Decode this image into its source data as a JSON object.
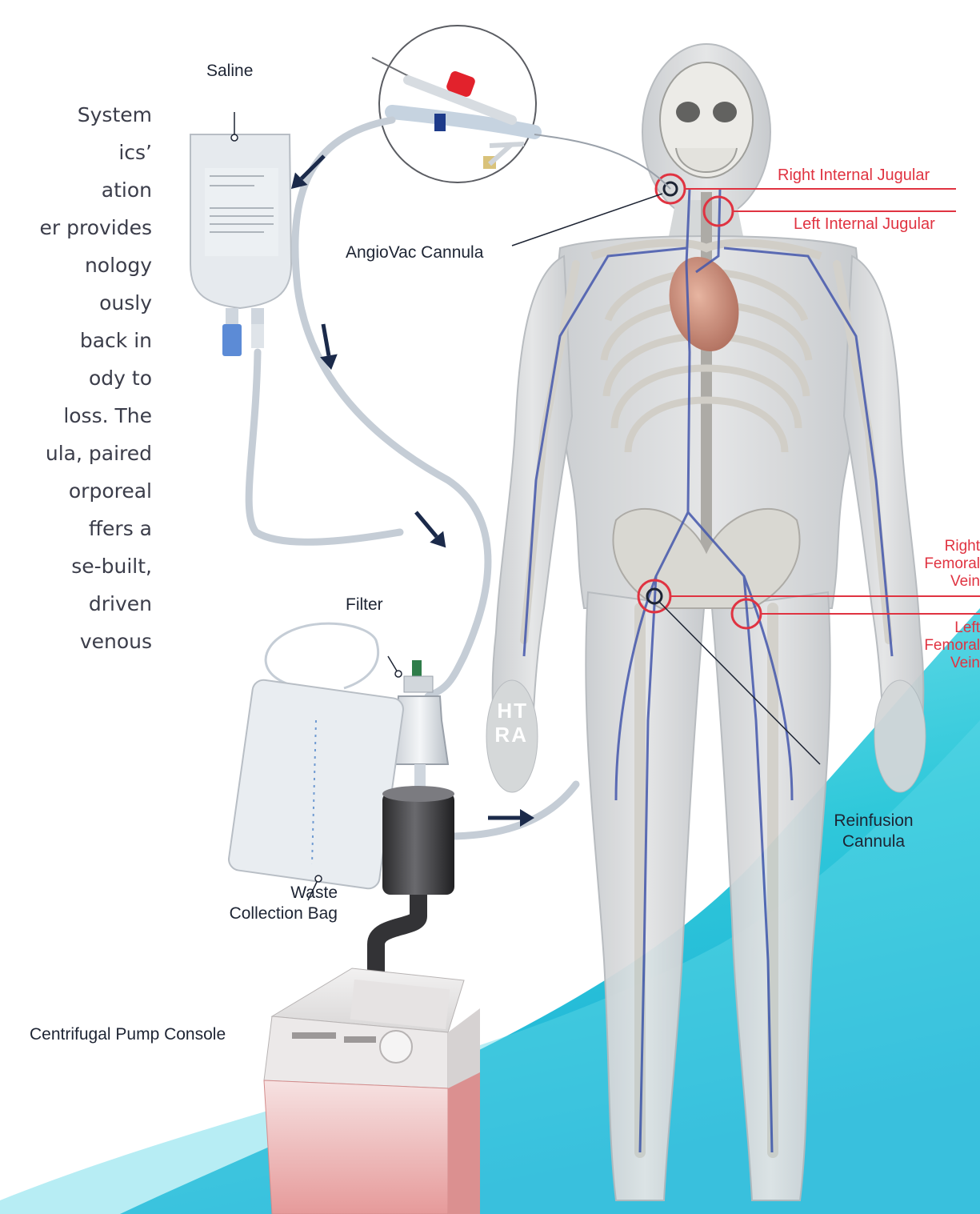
{
  "intro_lines": [
    "System",
    "ics’",
    "ation",
    "er provides",
    "nology",
    "ously",
    "back in",
    "ody to",
    "loss. The",
    "ula, paired",
    "orporeal",
    "ffers a",
    "se-built,",
    "driven",
    "venous"
  ],
  "labels": {
    "saline": "Saline",
    "angiovac_cannula": "AngioVac Cannula",
    "right_internal_jugular": "Right Internal Jugular",
    "left_internal_jugular": "Left Internal Jugular",
    "filter": "Filter",
    "waste_collection_bag": "Waste\nCollection Bag",
    "reinfusion_cannula": "Reinfusion\nCannula",
    "right_femoral_vein": "Right\nFemoral\nVein",
    "left_femoral_vein": "Left\nFemoral\nVein",
    "centrifugal_pump_console": "Centrifugal Pump Console",
    "ghost_text": "HT\nF    RA"
  },
  "colors": {
    "label_text": "#1d2433",
    "vein_label": "#e03341",
    "flow_arrow": "#1b2a4a",
    "wave_teal": "#2fc8da",
    "pump_base": "#e8a2a2"
  }
}
